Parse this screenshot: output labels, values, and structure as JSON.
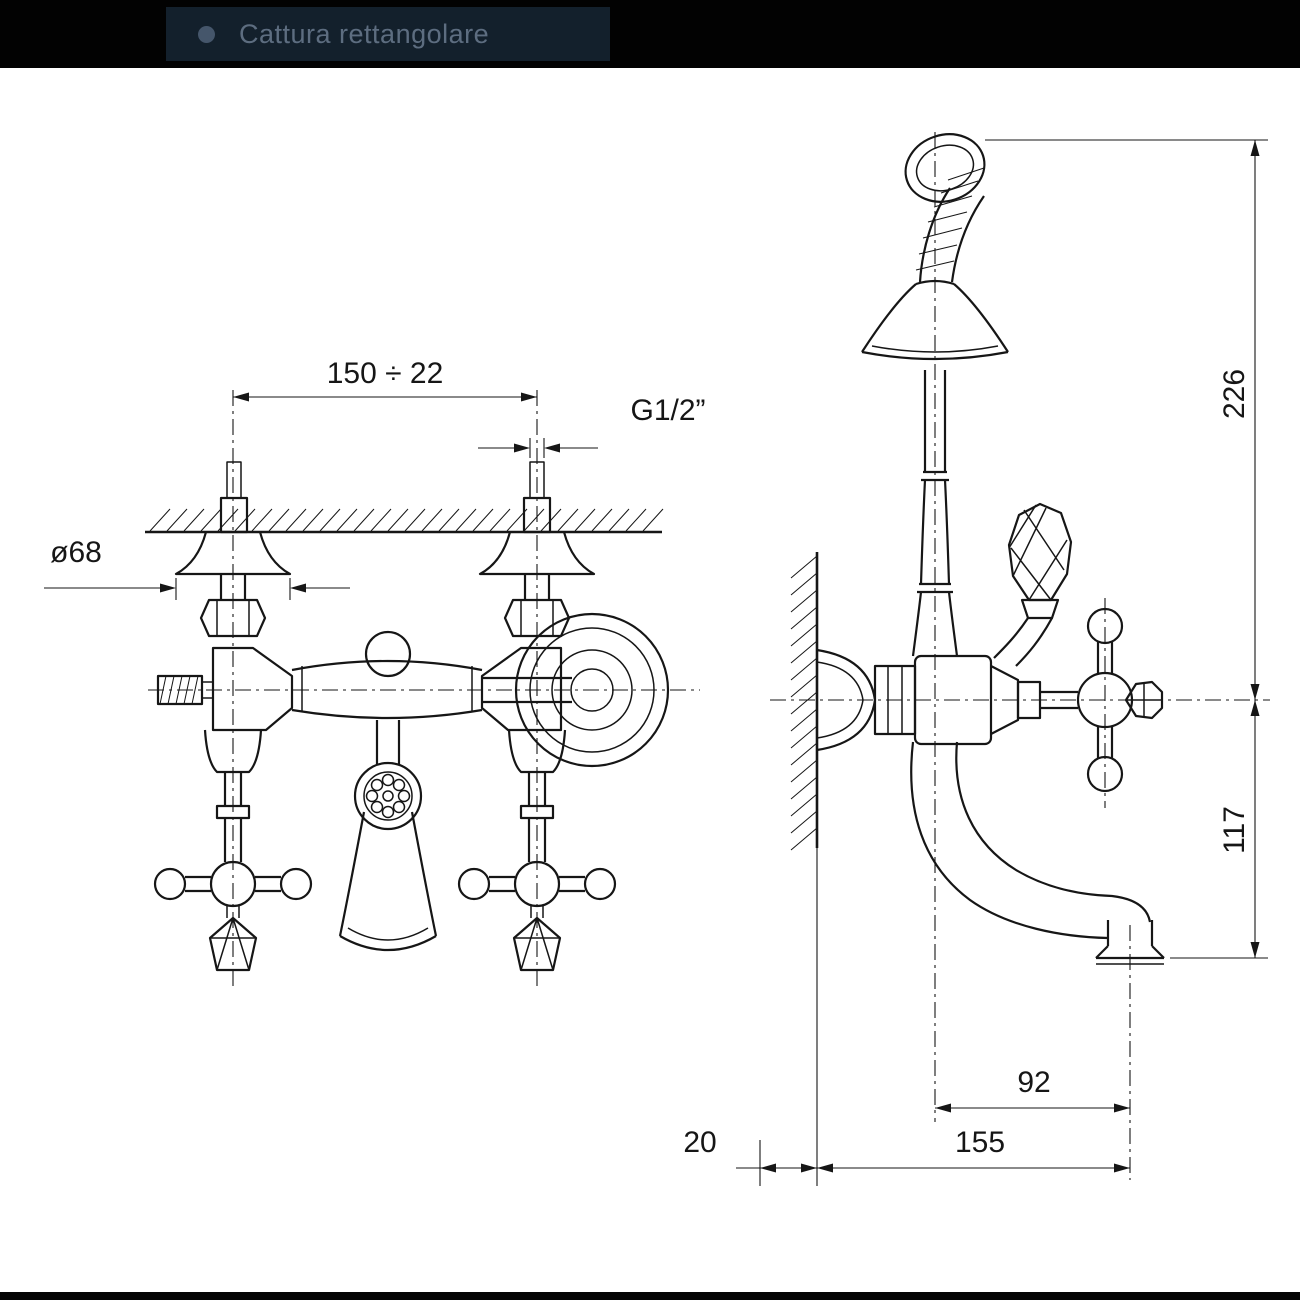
{
  "toolbar": {
    "capture_label": "Cattura rettangolare",
    "capture_icon": "bullet-circle-icon"
  },
  "colors": {
    "topbar_bg": "#020202",
    "chip_bg": "#13202c",
    "chip_text": "#5d6d80",
    "line_color": "#161616",
    "paper": "#ffffff"
  },
  "drawing": {
    "subject": "wall-mounted bath-shower mixer technical drawing, front and side views",
    "front_view": {
      "dim_spacing": "150 ÷ 22",
      "dim_thread": "G1/2”",
      "dim_diameter": "ø68"
    },
    "side_view": {
      "dim_height_upper": "226",
      "dim_height_lower": "117",
      "dim_reach_spout": "92",
      "dim_reach_total": "155",
      "dim_wall_offset": "20"
    }
  }
}
